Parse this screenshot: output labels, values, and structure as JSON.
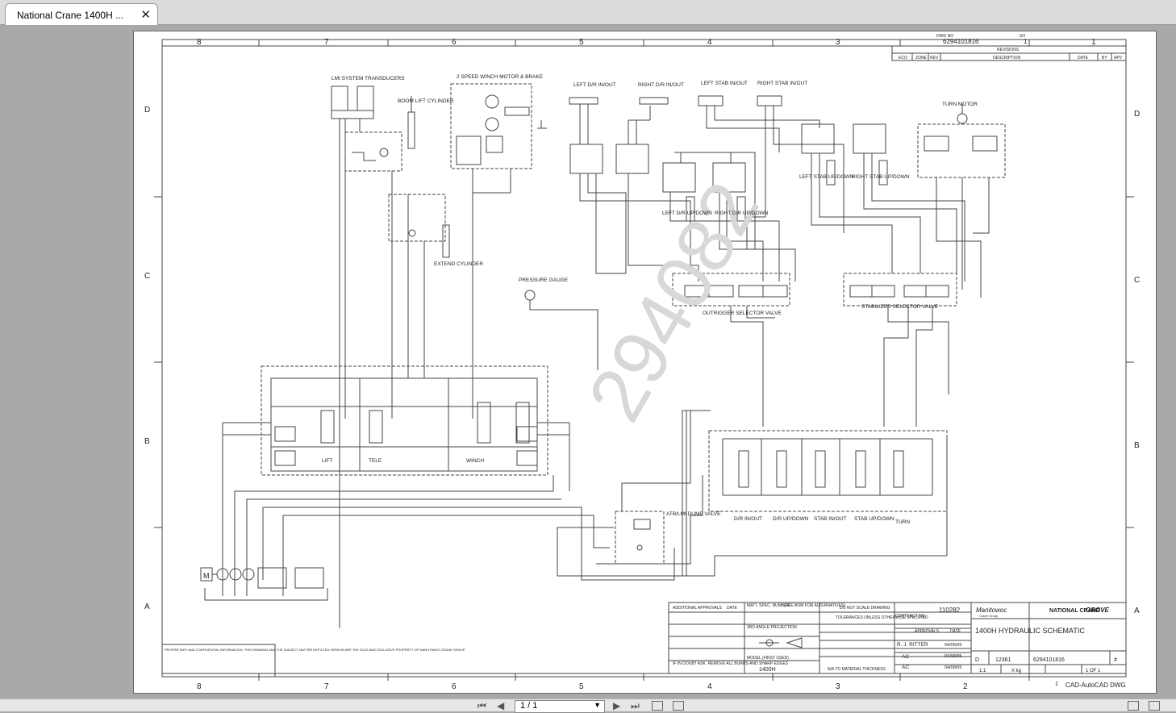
{
  "tab": {
    "title": "National Crane 1400H ...",
    "close_glyph": "✕"
  },
  "schematic": {
    "watermark": "294082",
    "columns": [
      "8",
      "7",
      "6",
      "5",
      "4",
      "3",
      "2",
      "1"
    ],
    "rows": [
      "D",
      "C",
      "B",
      "A"
    ],
    "labels": {
      "lmi": "LMI SYSTEM TRANSDUCERS",
      "boom_lift": "BOOM LIFT CYLINDER",
      "winch": "2 SPEED WINCH MOTOR & BRAKE",
      "left_dr_inout": "LEFT D/R IN/OUT",
      "right_dr_inout": "RIGHT D/R IN/OUT",
      "left_stab_inout": "LEFT STAB IN/OUT",
      "right_stab_inout": "RIGHT STAB IN/OUT",
      "turn_motor": "TURN MOTOR",
      "left_stab_updown": "LEFT STAB UP/DOWN",
      "right_stab_updown": "RIGHT STAB UP/DOWN",
      "left_dr_updown": "LEFT D/R UP/DOWN",
      "right_dr_updown": "RIGHT D/R UP/DOWN",
      "extend": "EXTEND CYLINDER",
      "gauge": "PRESSURE GAUGE",
      "outrigger_valve": "OUTRIGGER SELECTOR VALVE",
      "stabilizer_valve": "STABILIZER SELECTOR VALVE",
      "lift": "LIFT",
      "tele": "TELE",
      "winch_sect": "WINCH",
      "atb": "ATB/LMI DUMP VALVE",
      "bank_dr_inout": "D/R IN/OUT",
      "bank_dr_updown": "D/R UP/DOWN",
      "bank_stab_inout": "STAB IN/OUT",
      "bank_stab_updown": "STAB UP/DOWN",
      "bank_turn": "TURN",
      "motor": "M"
    },
    "title_block": {
      "dwg_no_label": "DWG NO",
      "dwg_no": "6294101816",
      "sh_label": "SH",
      "sh": "1",
      "revisions": "REVISIONS",
      "rev_headers": [
        "ECO",
        "ZONE",
        "REV",
        "DESCRIPTION",
        "DATE",
        "BY",
        "APV"
      ],
      "eco_no": "110282",
      "title": "1400H HYDRAULIC SCHEMATIC",
      "brand_manitowoc": "Manitowoc",
      "brand_manitowoc_sub": "Crane Group",
      "brand_national": "NATIONAL CRANE",
      "brand_grove": "GROVE",
      "dont_scale": "DO NOT SCALE DRAWING",
      "tolerances": "TOLERANCES UNLESS OTHERWISE SPECIFIED",
      "model_label": "MODEL (FIRST USED)",
      "model": "1400H",
      "drawn": "R. J. RITTER",
      "drawn_date": "04/05/05",
      "checked": "AC",
      "checked_date": "04/08/05",
      "approved": "AC",
      "approved_date": "04/08/05",
      "cage_code": "12361",
      "size": "D",
      "scale": "1:1",
      "weight": "X kg",
      "sheet": "1 OF 1",
      "rev": "#",
      "dwg_number": "6294101816",
      "cad": "CAD-AutoCAD DWG",
      "material": "N/A TO MATERIAL THICKNESS",
      "doubt": "IF IN DOUBT ASK. REMOVE ALL BURRS AND SHARP EDGES",
      "approvals": "APPROVALS",
      "date": "DATE",
      "addl_approvals": "ADDITIONAL APPROVALS",
      "projection": "3RD ANGLE PROJECTION",
      "matl_spec": "MAT'L SPEC. NUMBER",
      "see_bom": "(SEE BOM FOR ALTERNATIVES)",
      "contract": "CONTRACT NO.",
      "num_label": "1"
    },
    "proprietary": "PROPRIETARY AND CONFIDENTIAL INFORMATION. THIS DRAWING AND THE SUBJECT MATTER DEPICTED HEREON ARE THE SOLE AND EXCLUSIVE PROPERTY OF MANITOWOC CRANE GROUP."
  },
  "nav": {
    "page_value": "1 / 1"
  }
}
